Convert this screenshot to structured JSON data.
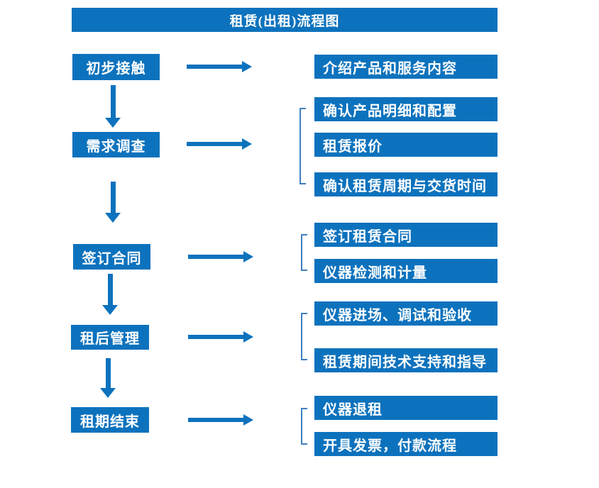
{
  "title": "租赁(出租)流程图",
  "colors": {
    "primary": "#0d72bd",
    "bracket": "#3f7fc1"
  },
  "steps": [
    {
      "label": "初步接触",
      "details": [
        "介绍产品和服务内容"
      ]
    },
    {
      "label": "需求调查",
      "details": [
        "确认产品明细和配置",
        "租赁报价",
        "确认租赁周期与交货时间"
      ]
    },
    {
      "label": "签订合同",
      "details": [
        "签订租赁合同",
        "仪器检测和计量"
      ]
    },
    {
      "label": "租后管理",
      "details": [
        "仪器进场、调试和验收",
        "租赁期间技术支持和指导"
      ]
    },
    {
      "label": "租期结束",
      "details": [
        "仪器退租",
        "开具发票，付款流程"
      ]
    }
  ]
}
